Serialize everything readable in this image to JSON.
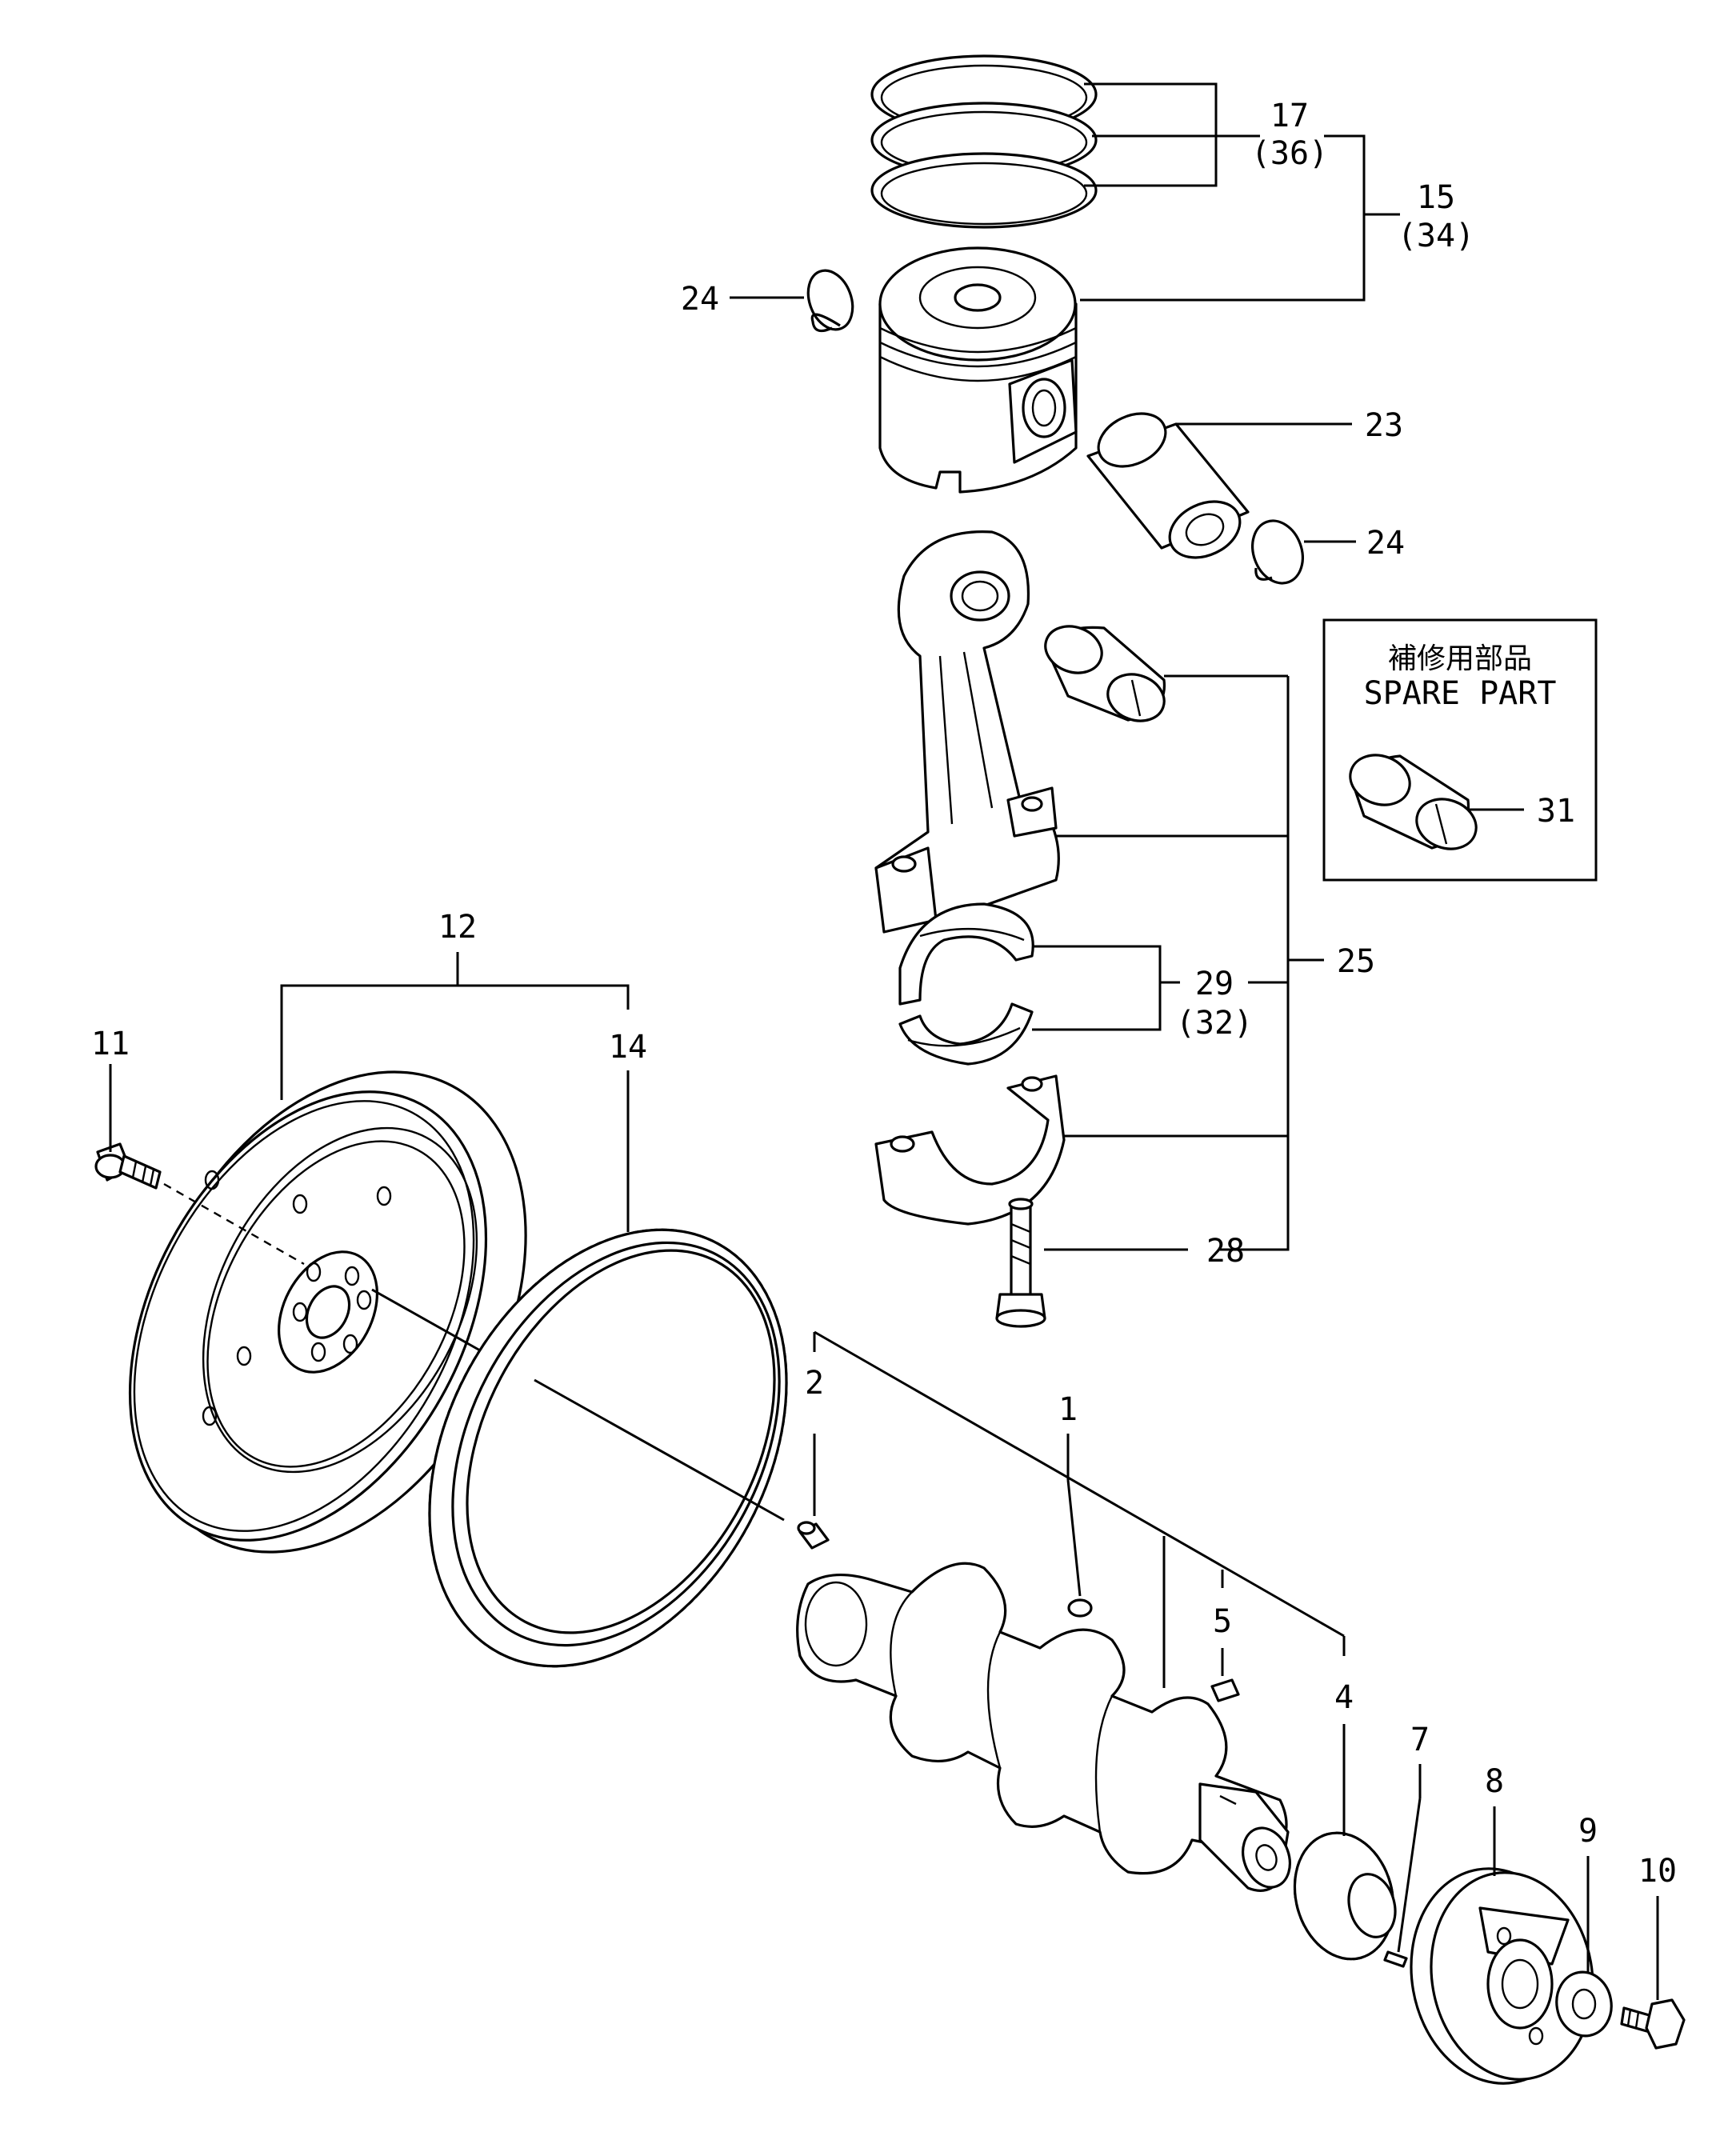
{
  "callouts": {
    "c1": "1",
    "c2": "2",
    "c4": "4",
    "c5": "5",
    "c7": "7",
    "c8": "8",
    "c9": "9",
    "c10": "10",
    "c11": "11",
    "c12": "12",
    "c14": "14",
    "c15": "15",
    "c15sub": "(34)",
    "c17": "17",
    "c17sub": "(36)",
    "c23": "23",
    "c24a": "24",
    "c24b": "24",
    "c25": "25",
    "c28": "28",
    "c29": "29",
    "c29sub": "(32)",
    "c31": "31"
  },
  "spare_box": {
    "title_jp": "補修用部品",
    "title_en": "SPARE PART"
  },
  "icons": {
    "piston": "piston-icon",
    "rings": "piston-ring-icon",
    "conrod": "connecting-rod-icon",
    "crankshaft": "crankshaft-icon",
    "flywheel": "flywheel-icon",
    "ring_gear": "ring-gear-icon",
    "pulley": "pulley-icon",
    "gear": "gear-icon",
    "bolt": "bolt-icon",
    "washer": "washer-icon",
    "bushing": "bushing-icon"
  }
}
